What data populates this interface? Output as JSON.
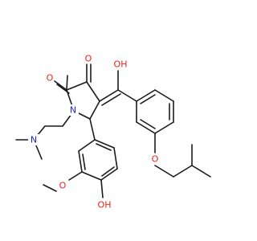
{
  "diagram": {
    "kind": "chemical-structure",
    "colors": {
      "bond": "#1a1a1a",
      "oxygen": "#e8231a",
      "nitrogen": "#1e22d6"
    },
    "atoms": {
      "ketone_o": "O",
      "carbonyl_o": "O",
      "enol_oh": "OH",
      "ring_n": "N",
      "amine_n": "N",
      "ether_o": "O",
      "phenol_oh": "OH",
      "methoxy_o": "O"
    }
  }
}
